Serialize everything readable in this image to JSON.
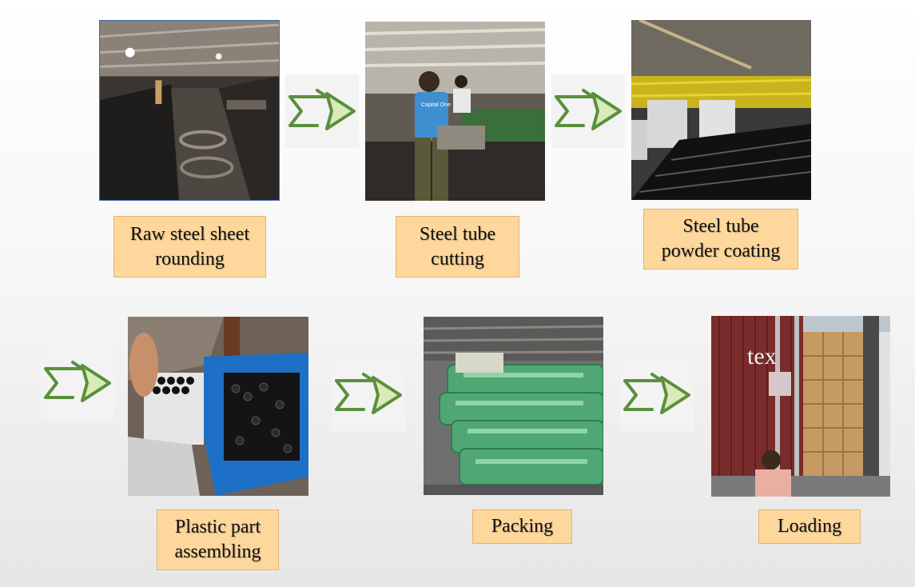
{
  "steps": [
    {
      "label_line1": "Raw steel sheet",
      "label_line2": "rounding"
    },
    {
      "label_line1": "Steel tube",
      "label_line2": "cutting"
    },
    {
      "label_line1": "Steel tube",
      "label_line2": "powder coating"
    },
    {
      "label_line1": "Plastic part",
      "label_line2": "assembling"
    },
    {
      "label_line1": "Packing",
      "label_line2": ""
    },
    {
      "label_line1": "Loading",
      "label_line2": ""
    }
  ],
  "photo_text": {
    "shirt_logo": "Capital One",
    "container_brand": "tex"
  },
  "colors": {
    "label_fill": "#fdd79b",
    "label_border": "#e8b26a",
    "arrow_green": "#5a8f3c",
    "arrow_fill": "#d8ebb8"
  },
  "icons": {
    "arrow": "double-chevron-right-arrow"
  }
}
